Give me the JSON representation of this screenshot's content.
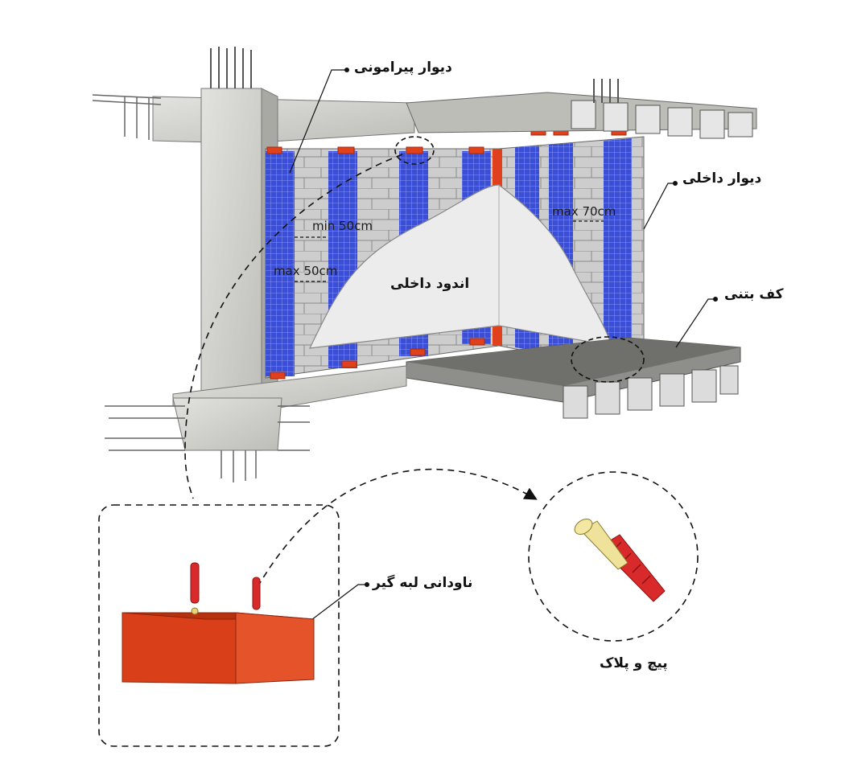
{
  "labels": {
    "perimeter_wall": "دیوار پیرامونی",
    "interior_wall": "دیوار داخلی",
    "interior_plaster": "اندود داخلی",
    "concrete_floor": "کف بتنی",
    "edge_channel": "ناودانی لبه گیر",
    "screw_and_plug": "پیچ و پلاک"
  },
  "dimensions": {
    "min_spacing": "min 50cm",
    "max_spacing_left": "max 50cm",
    "max_spacing_right": "max 70cm"
  },
  "colors": {
    "mesh_blue": "#3b4fd6",
    "channel_red": "#e0401c",
    "concrete": "#d6d6d2",
    "block": "#cfcfcf",
    "plaster": "#ececec"
  },
  "icons": {
    "detail_callout": "dashed-callout-icon",
    "plug": "wall-plug-icon"
  }
}
